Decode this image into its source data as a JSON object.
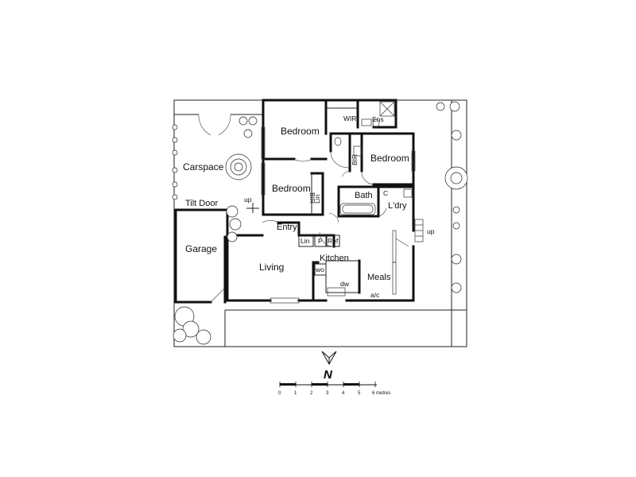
{
  "rooms": {
    "bedroom_1": "Bedroom",
    "bedroom_2": "Bedroom",
    "bedroom_3": "Bedroom",
    "wir": "WIR",
    "ens": "Ens",
    "bir_1": "BIR",
    "bir_2": "BIR",
    "lin_1": "Lin",
    "lin_2": "Lin",
    "bath": "Bath",
    "c": "C",
    "ldry": "L'dry",
    "entry": "Entry",
    "living": "Living",
    "kitchen": "Kitchen",
    "pantry": "P",
    "ref": "Ref",
    "wo": "wo",
    "dw": "dw",
    "meals": "Meals",
    "ac": "a/c",
    "garage": "Garage",
    "carspace": "Carspace",
    "tilt_door": "Tilt Door",
    "up_1": "up",
    "up_2": "up"
  },
  "compass": {
    "label": "N"
  },
  "scale": {
    "ticks": [
      "0",
      "1",
      "2",
      "3",
      "4",
      "5"
    ],
    "last_tick": "6 metres"
  }
}
